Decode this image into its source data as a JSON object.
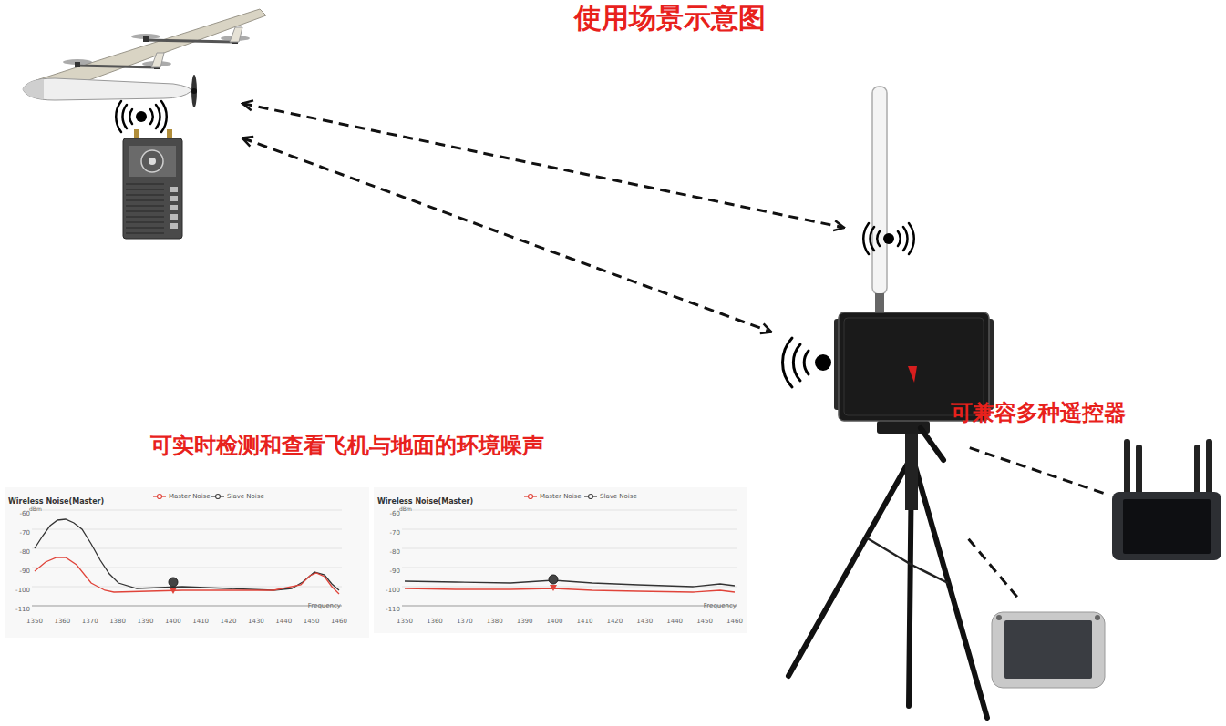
{
  "diagram": {
    "title": "使用场景示意图",
    "nodes": [
      {
        "text": []
      },
      {
        "text": []
      },
      {
        "text": []
      },
      {
        "text": []
      },
      {
        "text": []
      }
    ],
    "edges": [
      {
        "from": 0,
        "to": 1,
        "arrow": "both"
      },
      {
        "from": 0,
        "to": 2,
        "arrow": "both"
      },
      {
        "from": 2,
        "to": 3,
        "arrow": "none"
      },
      {
        "from": 2,
        "to": 4,
        "arrow": "none"
      }
    ],
    "labels": [
      "可实时检测和查看飞机与地面的环境噪声",
      "可兼容多种遥控器",
      "Wireless Noise(Master)",
      "dBm",
      "-60",
      "-70",
      "-80",
      "-90",
      "-100",
      "-110",
      "1350",
      "1360",
      "1370",
      "1380",
      "1390",
      "1400",
      "1410",
      "1420",
      "1430",
      "1440",
      "1450",
      "1460",
      "Frequency",
      "Wireless Noise(Master)",
      "dBm",
      "-60",
      "-70",
      "-80",
      "-90",
      "-100",
      "-110",
      "1350",
      "1360",
      "1370",
      "1380",
      "1390",
      "1400",
      "1410",
      "1420",
      "1430",
      "1440",
      "1450",
      "1460",
      "Frequency"
    ],
    "legend": [
      {
        "text": "Master Noise"
      },
      {
        "text": "Slave Noise"
      },
      {
        "text": "Master Noise"
      },
      {
        "text": "Slave Noise"
      }
    ]
  }
}
